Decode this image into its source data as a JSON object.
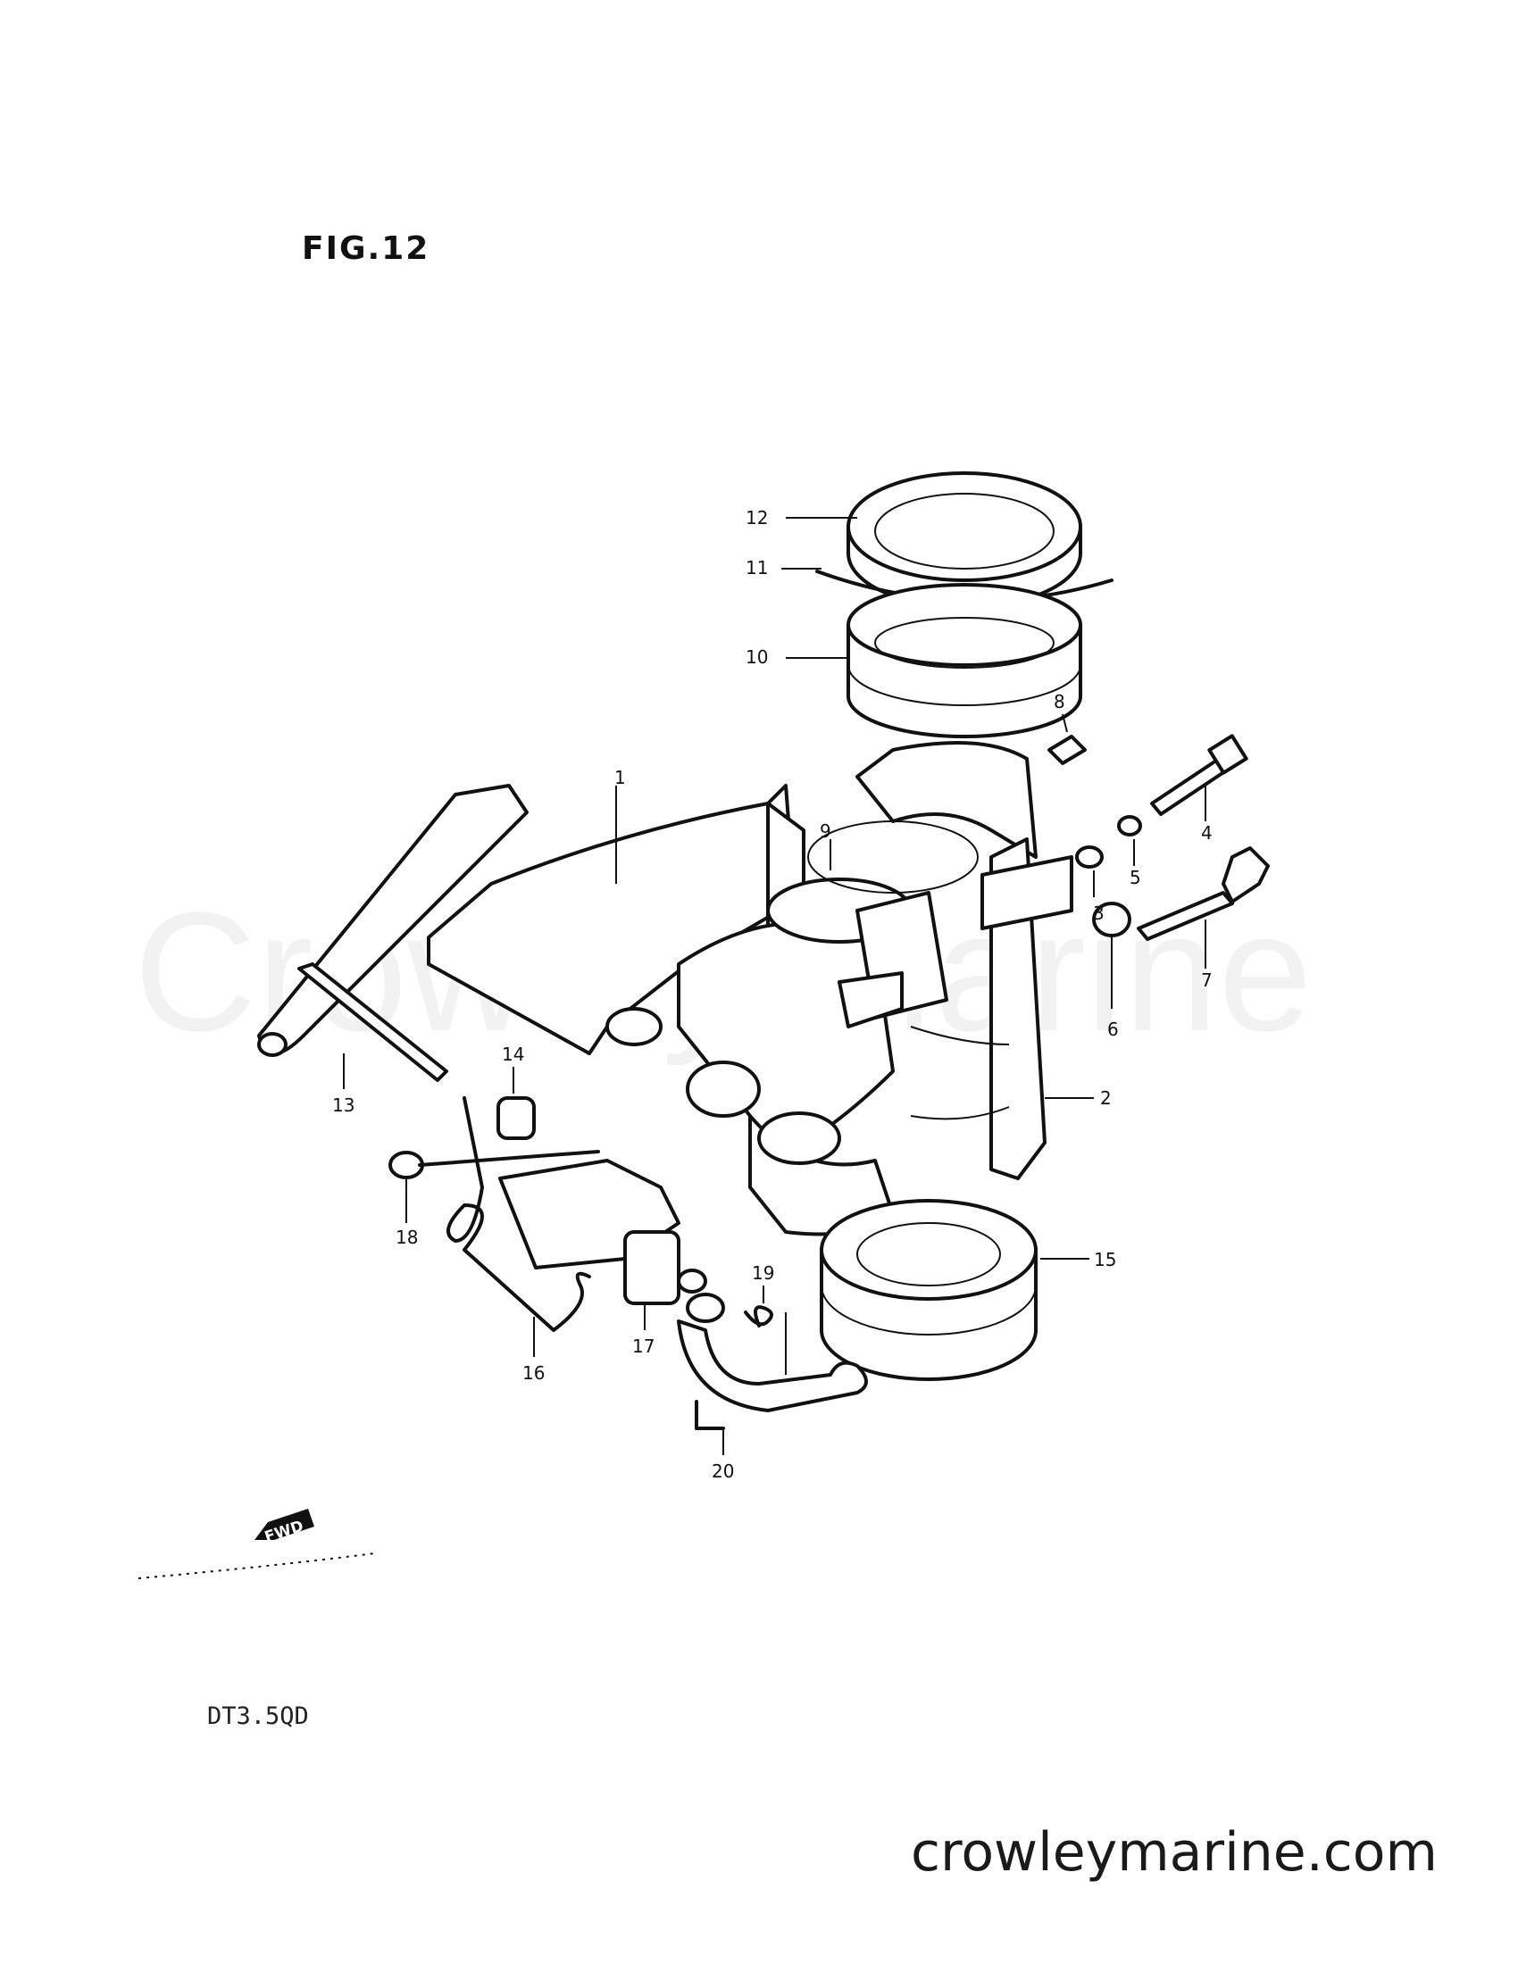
{
  "figure_title": "FIG.12",
  "model_code": "DT3.5QD",
  "site_url": "crowleymarine.com",
  "watermark_text": "Crowley Marine",
  "forward_arrow_label": "FWD",
  "callouts": [
    "1",
    "2",
    "3",
    "4",
    "5",
    "6",
    "7",
    "8",
    "9",
    "10",
    "11",
    "12",
    "13",
    "14",
    "15",
    "16",
    "17",
    "18",
    "19",
    "20"
  ],
  "colors": {
    "ink": "#111111",
    "background": "#ffffff"
  }
}
